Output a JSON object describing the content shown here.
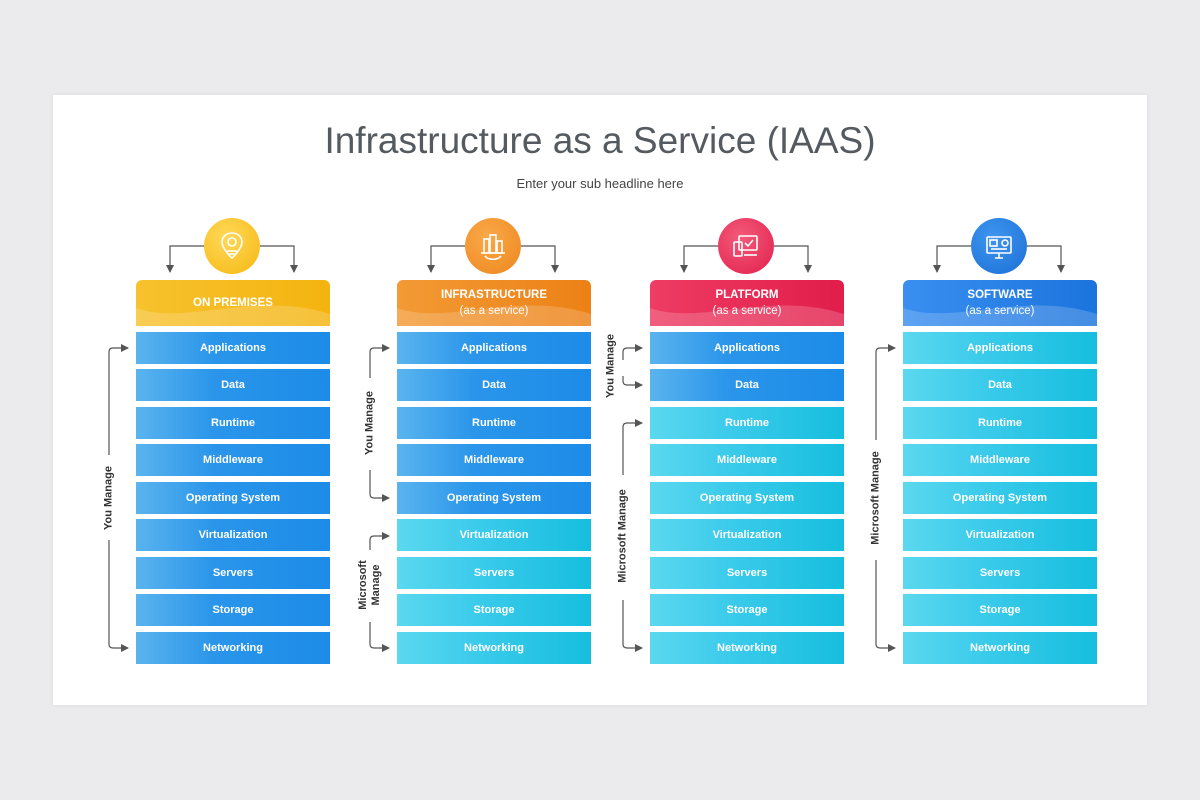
{
  "title": "Infrastructure as a Service (IAAS)",
  "subtitle": "Enter your sub headline here",
  "rows": [
    "Applications",
    "Data",
    "Runtime",
    "Middleware",
    "Operating System",
    "Virtualization",
    "Servers",
    "Storage",
    "Networking"
  ],
  "columns": [
    {
      "title": "ON PREMISES",
      "subtitle": "",
      "color": "#f6bb16",
      "icon": "location-pin-icon"
    },
    {
      "title": "INFRASTRUCTURE",
      "subtitle": "(as a service)",
      "color": "#ef8a1f",
      "icon": "city-gear-icon"
    },
    {
      "title": "PLATFORM",
      "subtitle": "(as a service)",
      "color": "#e6244f",
      "icon": "devices-icon"
    },
    {
      "title": "SOFTWARE",
      "subtitle": "(as a service)",
      "color": "#1d7fe0",
      "icon": "monitor-ai-icon"
    }
  ],
  "labels": {
    "you_manage": "You Manage",
    "microsoft_manage": "Microsoft Manage",
    "microsoft_manage_split": [
      "Microsoft",
      "Manage"
    ]
  },
  "colors": {
    "you_manage_row": "#2a95ea",
    "microsoft_manage_row": "#2ccbe6"
  }
}
